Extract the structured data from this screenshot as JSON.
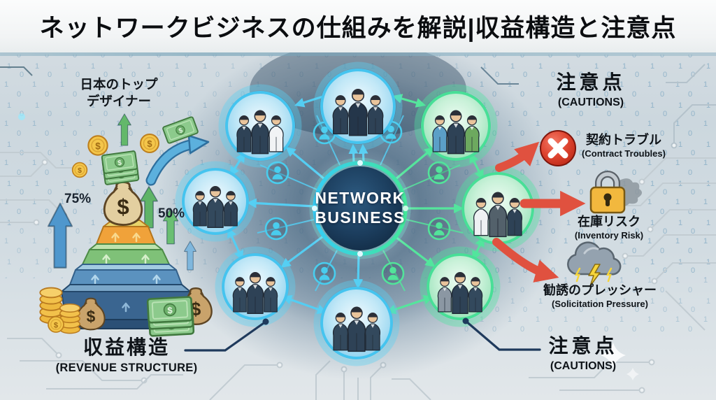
{
  "header": {
    "title": "ネットワークビジネスの仕組みを解説|収益構造と注意点"
  },
  "revenue_side": {
    "note_line1": "日本のトップ",
    "note_line2": "デザイナー",
    "percent_left": "75%",
    "percent_right": "50%",
    "title_jp": "収益構造",
    "title_en": "(REVENUE STRUCTURE)"
  },
  "network": {
    "center_line1": "NETWORK",
    "center_line2": "BUSINESS"
  },
  "cautions_top": {
    "title_jp": "注意点",
    "title_en": "(CAUTIONS)"
  },
  "cautions_bottom": {
    "title_jp": "注意点",
    "title_en": "(CAUTIONS)"
  },
  "warnings": [
    {
      "icon": "x-circle-icon",
      "jp": "契約トラブル",
      "en": "(Contract Troubles)"
    },
    {
      "icon": "padlock-icon",
      "jp": "在庫リスク",
      "en": "(Inventory Risk)"
    },
    {
      "icon": "storm-cloud-icon",
      "jp": "勧誘のプレッシャー",
      "en": "(Solicitation Pressure)"
    }
  ],
  "icons": {
    "dollar": "$"
  },
  "background": {
    "binary_digits": [
      "1",
      "0",
      "1",
      "0"
    ]
  },
  "colors": {
    "accent_cyan": "#54cdf2",
    "accent_green": "#55e59c",
    "warning_red": "#e0513f",
    "navy": "#16324f"
  }
}
